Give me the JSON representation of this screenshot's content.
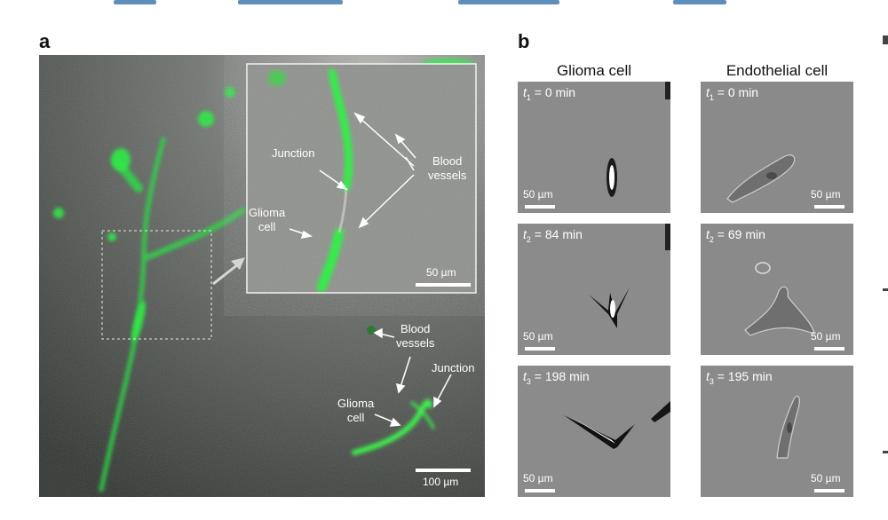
{
  "panels": {
    "a": {
      "letter": "a",
      "inset_scale": "50 µm",
      "main_scale": "100 µm",
      "inset_labels": {
        "junction": "Junction",
        "glioma": "Glioma\ncell",
        "vessels": "Blood\nvessels"
      },
      "main_labels": {
        "vessels": "Blood\nvessels",
        "junction": "Junction",
        "glioma": "Glioma\ncell"
      }
    },
    "b": {
      "letter": "b",
      "columns": [
        "Glioma cell",
        "Endothelial cell"
      ],
      "tiles": [
        [
          {
            "t": "t",
            "sub": "1",
            "rest": " = 0 min",
            "scale": "50 µm"
          },
          {
            "t": "t",
            "sub": "1",
            "rest": " = 0 min",
            "scale": "50 µm"
          }
        ],
        [
          {
            "t": "t",
            "sub": "2",
            "rest": " = 84 min",
            "scale": "50 µm"
          },
          {
            "t": "t",
            "sub": "2",
            "rest": " = 69 min",
            "scale": "50 µm"
          }
        ],
        [
          {
            "t": "t",
            "sub": "3",
            "rest": " = 198 min",
            "scale": "50 µm"
          },
          {
            "t": "t",
            "sub": "3",
            "rest": " = 195 min",
            "scale": "50 µm"
          }
        ]
      ]
    }
  },
  "colors": {
    "fluorescence": "#33e84a",
    "background_dark": "#3c403c",
    "tile_gray": "#8c8c8c"
  }
}
